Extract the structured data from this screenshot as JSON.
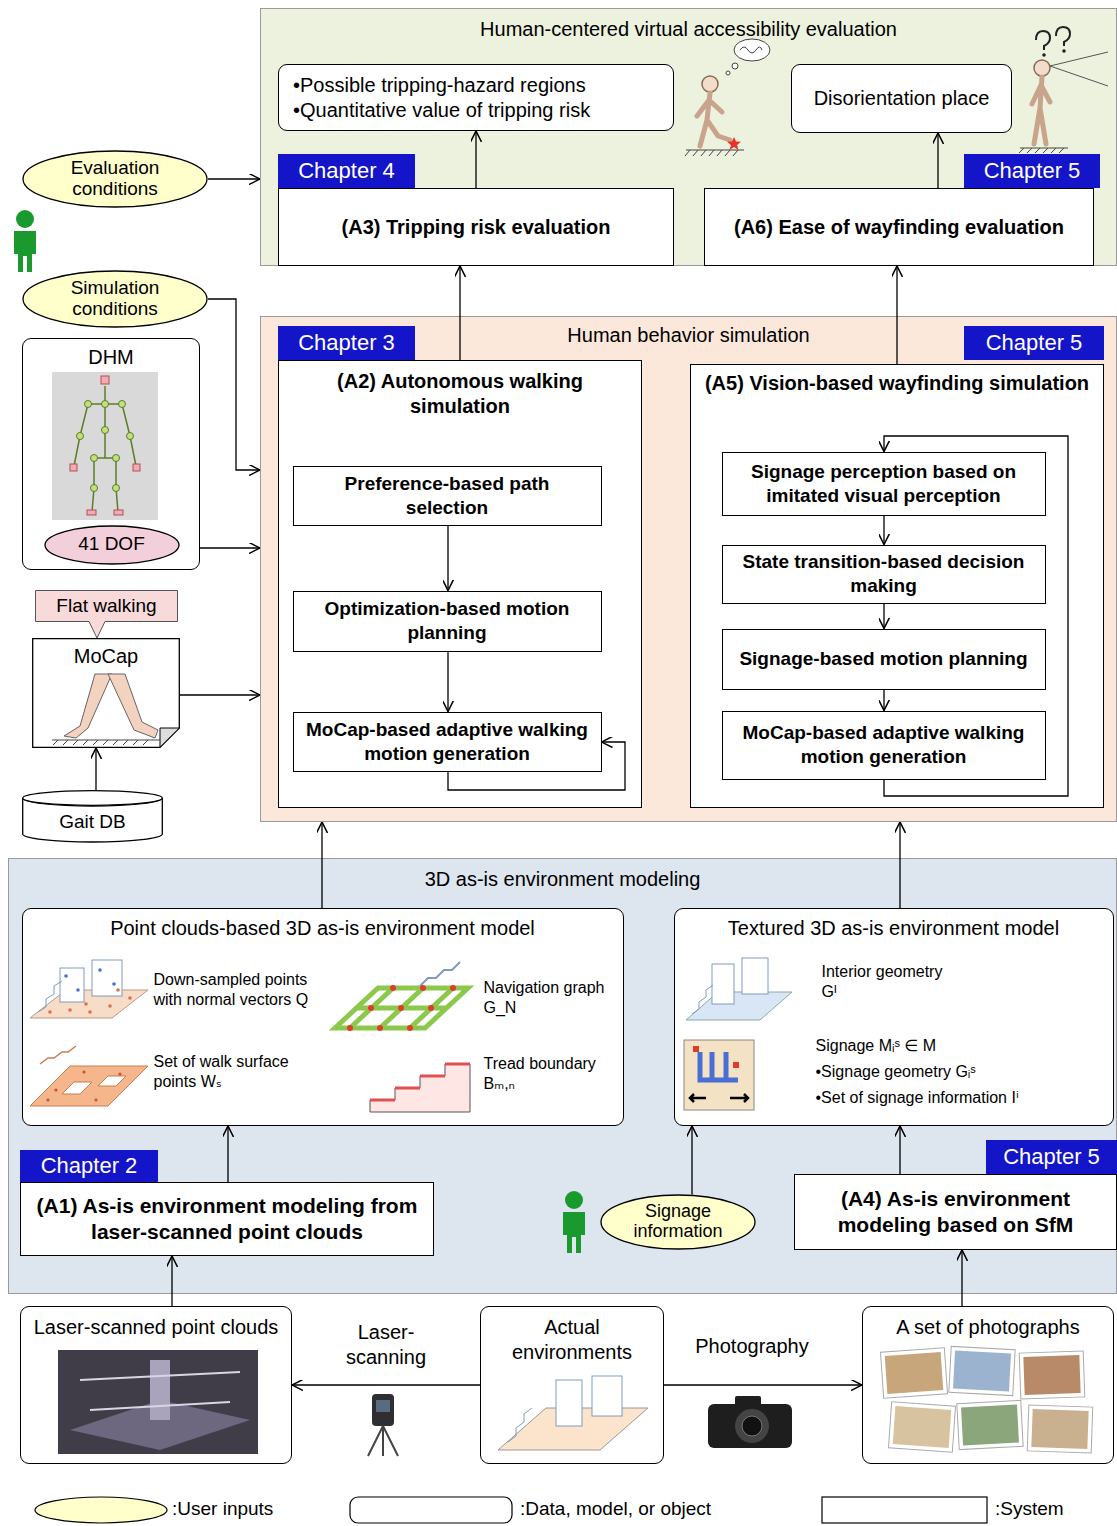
{
  "diagram": {
    "nodes": [
      {
        "text": [
          "Human-centered virtual accessibility evaluation"
        ]
      },
      {
        "text": [
          "•Possible tripping-hazard regions",
          "•Quantitative value of tripping risk"
        ],
        "in": 0
      },
      {
        "text": [
          "Disorientation place"
        ],
        "in": 0
      },
      {
        "text": [
          "Chapter 4"
        ],
        "in": 0
      },
      {
        "text": [
          "(A3) Tripping risk evaluation"
        ],
        "in": 0
      },
      {
        "text": [
          "Chapter 5"
        ],
        "in": 0
      },
      {
        "text": [
          "(A6) Ease of wayfinding evaluation"
        ],
        "in": 0
      },
      {
        "text": [
          "Evaluation conditions"
        ]
      },
      {
        "text": [
          "Simulation conditions"
        ]
      },
      {
        "text": [
          "Human behavior simulation"
        ]
      },
      {
        "text": [
          "Chapter 3"
        ],
        "in": 9
      },
      {
        "text": [
          "Chapter 5"
        ],
        "in": 9
      },
      {
        "text": [
          "(A2) Autonomous walking simulation"
        ],
        "in": 9
      },
      {
        "text": [
          "Preference-based path selection"
        ],
        "in": 12
      },
      {
        "text": [
          "Optimization-based motion planning"
        ],
        "in": 12
      },
      {
        "text": [
          "MoCap-based adaptive walking motion generation"
        ],
        "in": 12
      },
      {
        "text": [
          "(A5) Vision-based wayfinding simulation"
        ],
        "in": 9
      },
      {
        "text": [
          "Signage perception based on imitated visual perception"
        ],
        "in": 16
      },
      {
        "text": [
          "State transition-based decision making"
        ],
        "in": 16
      },
      {
        "text": [
          "Signage-based motion planning"
        ],
        "in": 16
      },
      {
        "text": [
          "MoCap-based adaptive walking motion generation"
        ],
        "in": 16
      },
      {
        "text": [
          "DHM"
        ]
      },
      {
        "text": [
          "41 DOF"
        ],
        "in": 21
      },
      {
        "text": [
          "Flat walking"
        ]
      },
      {
        "text": [
          "MoCap"
        ]
      },
      {
        "text": [
          "Gait DB"
        ]
      },
      {
        "text": [
          "3D as-is environment modeling"
        ]
      },
      {
        "text": [
          "Point clouds-based 3D as-is environment model",
          "Down-sampled points with normal vectors Q",
          "Navigation graph G_N",
          "Set of walk surface points Wₛ",
          "Tread boundary Bₘ,ₙ"
        ],
        "in": 26
      },
      {
        "text": [
          "Textured 3D as-is environment model",
          "Interior geometry Gᴵ",
          "Signage Mᵢˢ ∈ M",
          "•Signage geometry Gᵢˢ",
          "•Set of signage information Iⁱ"
        ],
        "in": 26
      },
      {
        "text": [
          "Chapter 2"
        ],
        "in": 26
      },
      {
        "text": [
          "(A1) As-is environment modeling from laser-scanned point clouds"
        ],
        "in": 26
      },
      {
        "text": [
          "Signage information"
        ],
        "in": 26
      },
      {
        "text": [
          "Chapter 5"
        ],
        "in": 26
      },
      {
        "text": [
          "(A4) As-is environment modeling based on SfM"
        ],
        "in": 26
      },
      {
        "text": [
          "Laser-scanned point clouds"
        ]
      },
      {
        "text": [
          "Actual environments"
        ]
      },
      {
        "text": [
          "A set of photographs"
        ]
      }
    ],
    "edges": [
      {
        "from": 35,
        "to": 34,
        "arrow": "to",
        "label": "Laser-scanning"
      },
      {
        "from": 35,
        "to": 36,
        "arrow": "to",
        "label": "Photography"
      },
      {
        "from": 34,
        "to": 30,
        "arrow": "to"
      },
      {
        "from": 36,
        "to": 33,
        "arrow": "to"
      },
      {
        "from": 30,
        "to": 27,
        "arrow": "to"
      },
      {
        "from": 33,
        "to": 28,
        "arrow": "to"
      },
      {
        "from": 31,
        "to": 28,
        "arrow": "to"
      },
      {
        "from": 27,
        "to": 9,
        "arrow": "to"
      },
      {
        "from": 28,
        "to": 9,
        "arrow": "to"
      },
      {
        "from": 25,
        "to": 24,
        "arrow": "to"
      },
      {
        "from": 24,
        "to": 9,
        "arrow": "to"
      },
      {
        "from": 21,
        "to": 9,
        "arrow": "to"
      },
      {
        "from": 8,
        "to": 9,
        "arrow": "to"
      },
      {
        "from": 7,
        "to": 0,
        "arrow": "to"
      },
      {
        "from": 13,
        "to": 14,
        "arrow": "to"
      },
      {
        "from": 14,
        "to": 15,
        "arrow": "to"
      },
      {
        "from": 15,
        "to": 15,
        "arrow": "to"
      },
      {
        "from": 17,
        "to": 18,
        "arrow": "to"
      },
      {
        "from": 18,
        "to": 19,
        "arrow": "to"
      },
      {
        "from": 19,
        "to": 20,
        "arrow": "to"
      },
      {
        "from": 20,
        "to": 17,
        "arrow": "to"
      },
      {
        "from": 12,
        "to": 4,
        "arrow": "to"
      },
      {
        "from": 4,
        "to": 1,
        "arrow": "to"
      },
      {
        "from": 16,
        "to": 6,
        "arrow": "to"
      },
      {
        "from": 6,
        "to": 2,
        "arrow": "to"
      }
    ],
    "legend": [
      {
        "text": ":User inputs"
      },
      {
        "text": ":Data, model, or object"
      },
      {
        "text": ":System"
      }
    ]
  }
}
